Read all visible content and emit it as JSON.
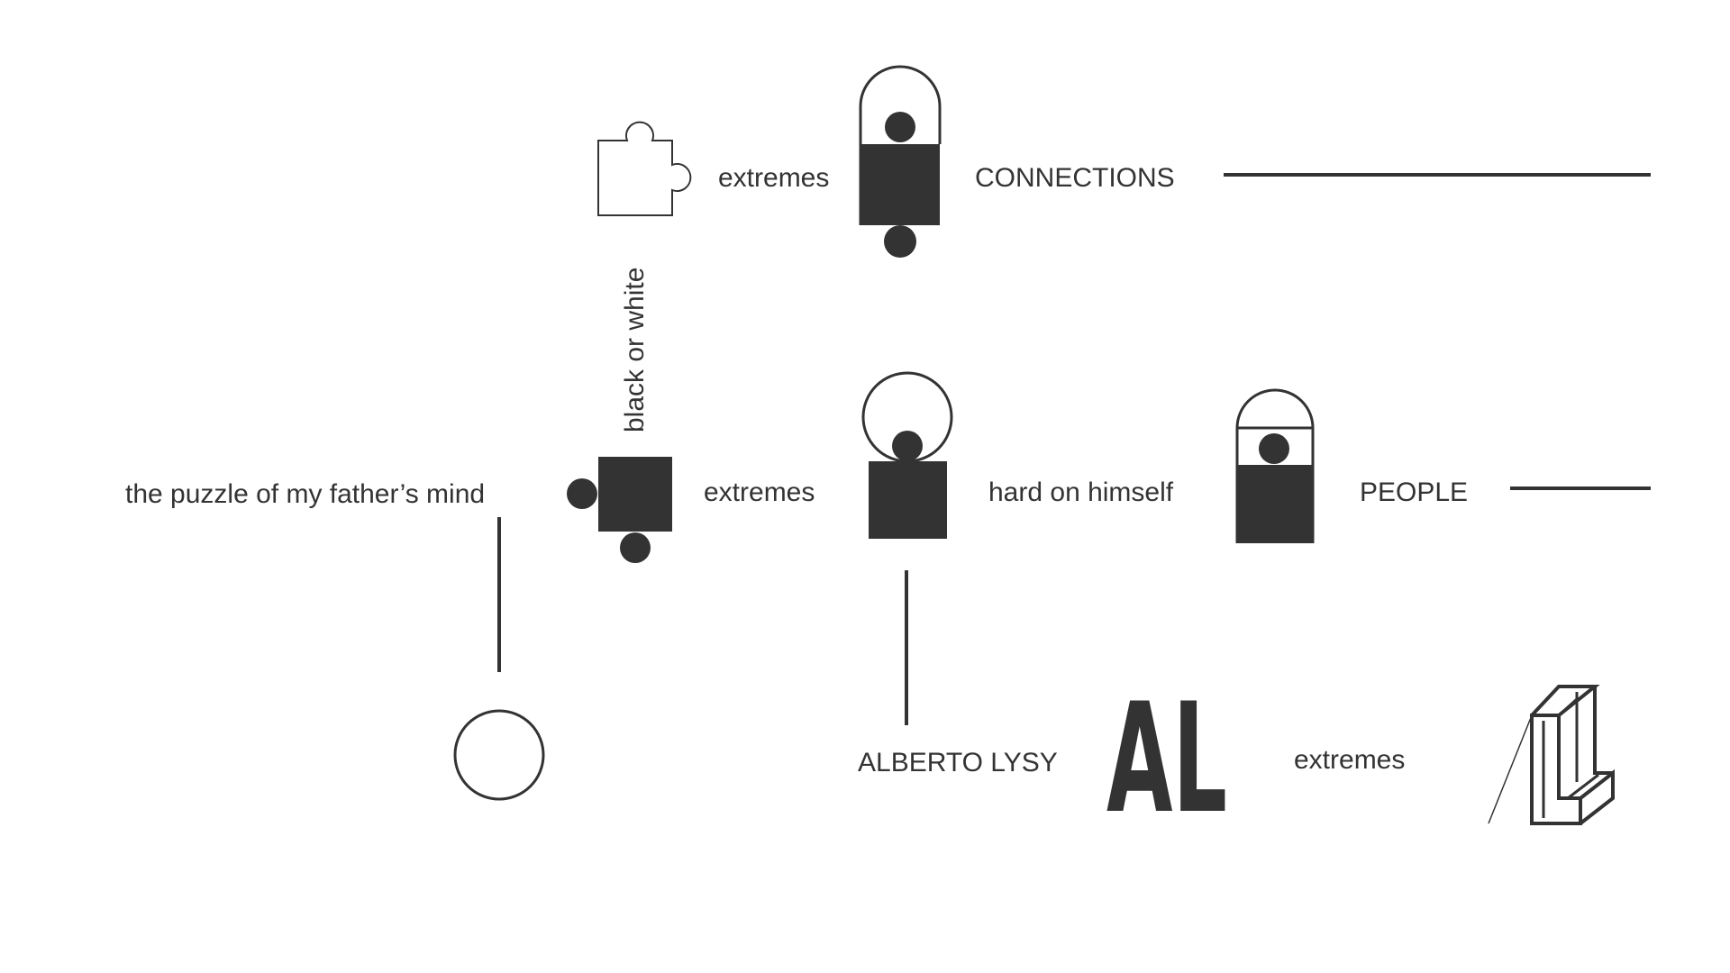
{
  "diagram": {
    "ink_color": "#333333",
    "background_color": "#ffffff",
    "labels": {
      "extremes_top": "extremes",
      "connections": "CONNECTIONS",
      "black_or_white": "black or white",
      "puzzle_mind": "the puzzle of my father’s mind",
      "extremes_middle": "extremes",
      "hard_on_himself": "hard on himself",
      "people": "PEOPLE",
      "alberto_lysy": "ALBERTO LYSY",
      "extremes_bottom": "extremes"
    },
    "logo": {
      "monogram_text": "AL"
    },
    "icons": [
      "puzzle-piece-outline-icon",
      "keyhole-puzzle-piece-icon",
      "puzzle-piece-solid-icon",
      "circle-puzzle-piece-icon",
      "dome-puzzle-piece-icon",
      "circle-outline-icon",
      "al-monogram-logo",
      "al-3d-monogram-logo"
    ]
  }
}
